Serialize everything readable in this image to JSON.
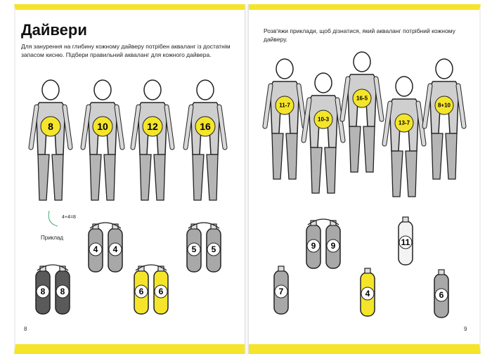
{
  "left": {
    "title": "Дайвери",
    "instruction": "Для занурення на глибину кожному дайверу потрібен акваланг із достатнім запасом кисню. Підбери правильний акваланг для кожного дайвера.",
    "page_number": "8",
    "divers": [
      {
        "value": "8"
      },
      {
        "value": "10"
      },
      {
        "value": "12"
      },
      {
        "value": "16"
      }
    ],
    "example_label": "Приклад",
    "example_hint": "4+4=8",
    "tanks": [
      {
        "digits": [
          "4",
          "4"
        ],
        "color": "gray"
      },
      {
        "digits": [
          "5",
          "5"
        ],
        "color": "gray"
      },
      {
        "digits": [
          "8",
          "8"
        ],
        "color": "dark"
      },
      {
        "digits": [
          "6",
          "6"
        ],
        "color": "yellow"
      }
    ]
  },
  "right": {
    "instruction": "Розв'яжи приклади, щоб дізнатися, який акваланг потрібний кожному дайверу.",
    "page_number": "9",
    "divers": [
      {
        "expr": "11-7"
      },
      {
        "expr": "10-3"
      },
      {
        "expr": "16-5"
      },
      {
        "expr": "13-7"
      },
      {
        "expr": "8+10"
      }
    ],
    "tanks": [
      {
        "digits": [
          "9",
          "9"
        ],
        "color": "gray"
      },
      {
        "digits": [
          "11"
        ],
        "color": "white"
      },
      {
        "digits": [
          "7"
        ],
        "color": "gray"
      },
      {
        "digits": [
          "4"
        ],
        "color": "yellow"
      },
      {
        "digits": [
          "6"
        ],
        "color": "gray"
      }
    ]
  },
  "colors": {
    "yellow": "#f5e52a",
    "gray": "#9a9a9a",
    "dark": "#555555",
    "line": "#222222"
  }
}
